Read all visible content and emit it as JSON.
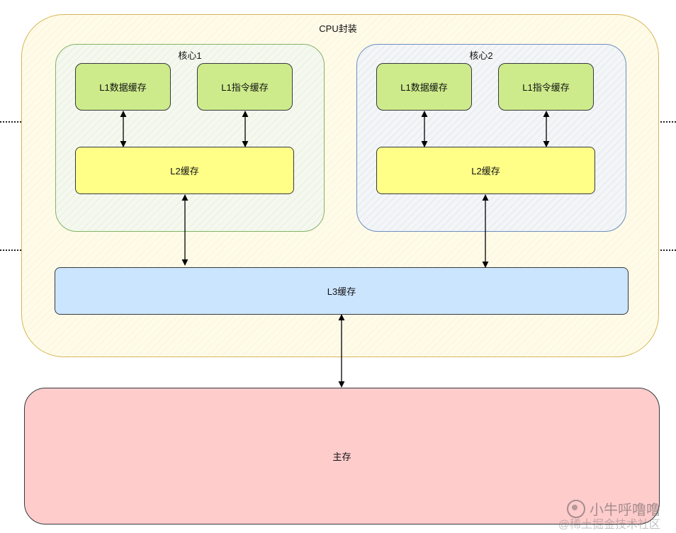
{
  "package": {
    "title": "CPU封装"
  },
  "core1": {
    "title": "核心1",
    "l1_data": "L1数据缓存",
    "l1_inst": "L1指令缓存",
    "l2": "L2缓存"
  },
  "core2": {
    "title": "核心2",
    "l1_data": "L1数据缓存",
    "l1_inst": "L1指令缓存",
    "l2": "L2缓存"
  },
  "l3": {
    "label": "L3缓存"
  },
  "memory": {
    "label": "主存"
  },
  "watermark": {
    "main": "小牛呼噜噜",
    "sub": "@稀土掘金技术社区"
  },
  "colors": {
    "package_border": "#d6b656",
    "core1_border": "#82b366",
    "core2_border": "#6c8ebf",
    "l1_fill": "#cdeb8b",
    "l2_fill": "#ffff88",
    "l3_fill": "#cce5ff",
    "memory_fill": "#ffcccc"
  }
}
